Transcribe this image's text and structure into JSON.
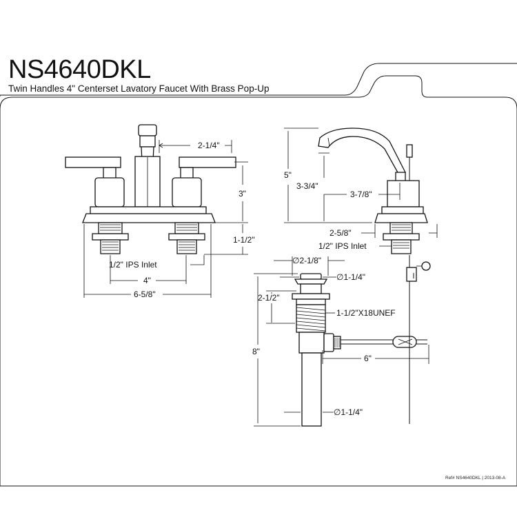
{
  "header": {
    "model": "NS4640DKL",
    "description": "Twin Handles 4\" Centerset Lavatory Faucet With Brass Pop-Up"
  },
  "front_view": {
    "dims": {
      "spout_offset": "2-1/4\"",
      "handle_height": "3\"",
      "shank_length": "1-1/2\"",
      "inlet": "1/2\" IPS Inlet",
      "centers": "4\"",
      "overall_width": "6-5/8\""
    }
  },
  "side_view": {
    "dims": {
      "total_height": "5\"",
      "spout_height": "3-3/4\"",
      "spout_reach": "3-7/8\"",
      "base_depth": "2-5/8\"",
      "inlet": "1/2\" IPS Inlet"
    }
  },
  "drain_view": {
    "dims": {
      "flange_dia": "∅2-1/8\"",
      "body_dia": "∅1-1/4\"",
      "thread_length": "2-1/2\"",
      "thread_spec": "1-1/2\"X18UNEF",
      "total_length": "8\"",
      "rod_length": "6\"",
      "tailpiece_dia": "∅1-1/4\""
    }
  },
  "footer": {
    "ref": "Ref# NS4640DKL | 2013-08-A"
  }
}
